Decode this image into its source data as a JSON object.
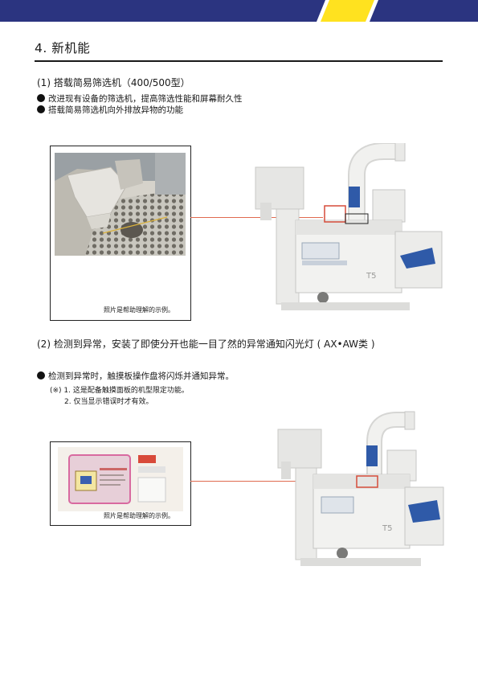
{
  "section_title": "4. 新机能",
  "feature1": {
    "heading": "(1) 搭载简易筛选机（400/500型）",
    "bullets": [
      "改进现有设备的筛选机，提高筛选性能和屏幕耐久性",
      "搭载简易筛选机向外排放异物的功能"
    ],
    "photo_caption": "照片是帮助理解的示例。"
  },
  "feature2": {
    "heading": "(2) 检测到异常，安装了即使分开也能一目了然的异常通知闪光灯 ( AX•AW类 )",
    "bullets": [
      "检测到异常时，触摸板操作盘将闪烁并通知异常。"
    ],
    "notes": [
      "(※) 1. 这是配备触摸面板的机型限定功能。",
      "2. 仅当显示错误时才有效。"
    ],
    "photo_caption": "照片是帮助理解的示例。"
  },
  "machine_label": "T5",
  "colors": {
    "banner_navy": "#2b3480",
    "banner_yellow": "#ffe21f",
    "leader_line": "#e06a50"
  }
}
